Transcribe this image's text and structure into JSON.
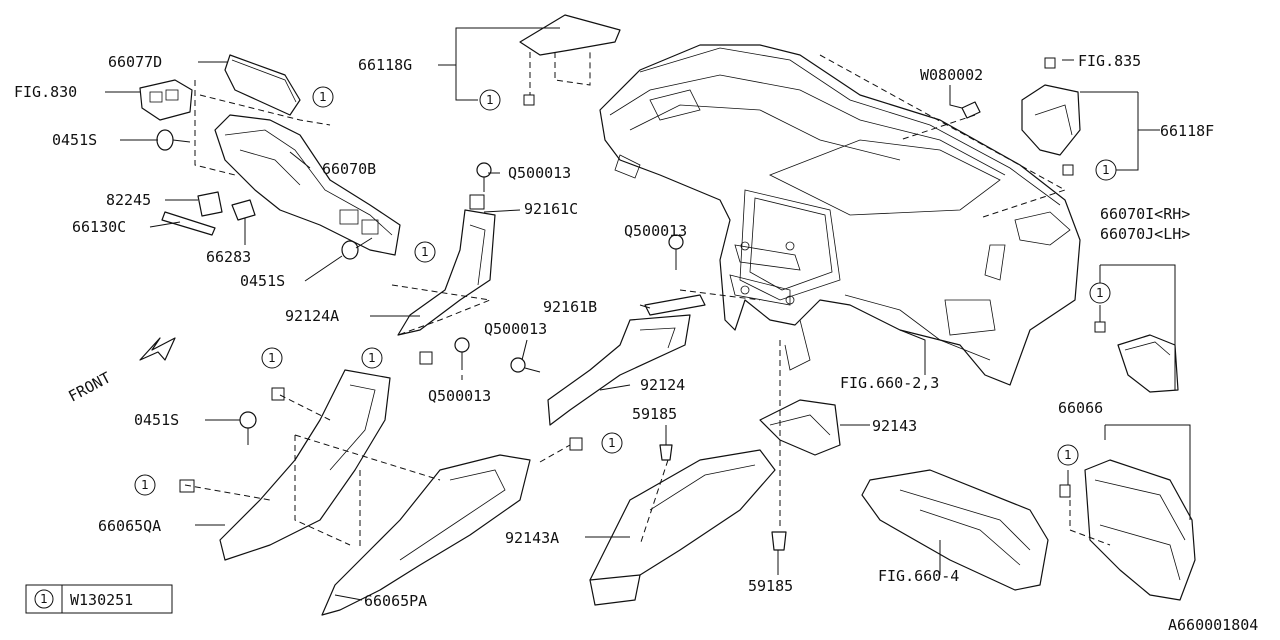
{
  "labels": {
    "p66077D": "66077D",
    "fig830": "FIG.830",
    "p0451S_a": "0451S",
    "p66070B": "66070B",
    "p82245": "82245",
    "p66130C": "66130C",
    "p66283": "66283",
    "p0451S_b": "0451S",
    "p66118G": "66118G",
    "q500013_a": "Q500013",
    "p92161C": "92161C",
    "p92124A": "92124A",
    "q500013_b": "Q500013",
    "q500013_c": "Q500013",
    "q500013_d": "Q500013",
    "p92161B": "92161B",
    "p92124": "92124",
    "w080002": "W080002",
    "fig835": "FIG.835",
    "p66118F": "66118F",
    "p66070I": "66070I<RH>",
    "p66070J": "66070J<LH>",
    "fig660_23": "FIG.660-2,3",
    "front": "FRONT",
    "p0451S_c": "0451S",
    "p66065QA": "66065QA",
    "p66065PA": "66065PA",
    "p59185_a": "59185",
    "p92143": "92143",
    "p92143A": "92143A",
    "p59185_b": "59185",
    "p66066": "66066",
    "fig660_4": "FIG.660-4",
    "diagram_id": "A660001804"
  },
  "callout": {
    "number": "1",
    "legend_number": "1",
    "legend_part": "W130251"
  }
}
